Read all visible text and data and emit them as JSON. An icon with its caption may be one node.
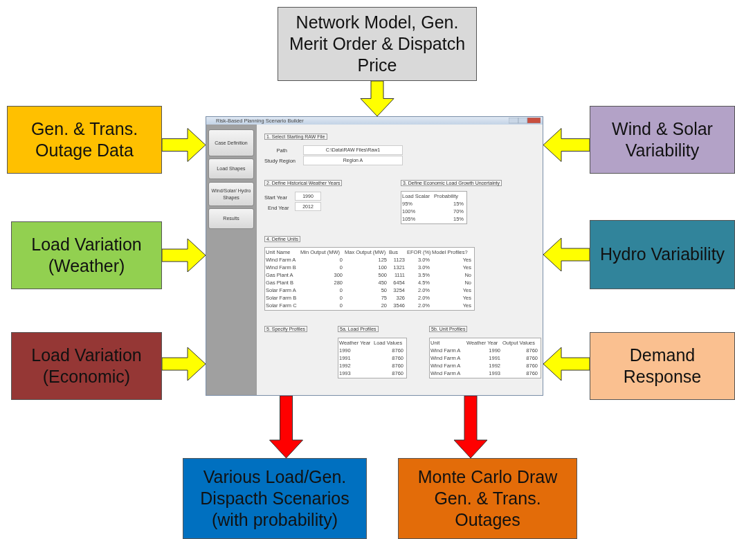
{
  "diagram": {
    "nodes": [
      {
        "text": [
          "Network Model, Gen. Merit Order & Dispatch Price"
        ]
      },
      {
        "text": [
          "Gen. & Trans. Outage Data"
        ]
      },
      {
        "text": [
          "Risk-Based Planning Scenario Builder"
        ]
      },
      {
        "text": [
          "Case Definition"
        ],
        "in": 2
      },
      {
        "text": [
          "Load Shapes"
        ],
        "in": 2
      },
      {
        "text": [
          "Wind/Solar/ Hydro Shapes"
        ],
        "in": 2
      },
      {
        "text": [
          "Results"
        ],
        "in": 2
      },
      {
        "text": [
          "Wind & Solar Variability"
        ]
      },
      {
        "text": [
          "Load Variation (Weather)"
        ]
      },
      {
        "text": [
          "Hydro Variability"
        ]
      },
      {
        "text": [
          "Load Variation (Economic)"
        ]
      },
      {
        "text": [
          "Demand Response"
        ]
      },
      {
        "text": [
          "Various Load/Gen. Dispacth Scenarios (with probability)"
        ]
      },
      {
        "text": [
          "Monte Carlo Draw Gen. & Trans. Outages"
        ]
      }
    ],
    "edges": [
      {
        "from": 0,
        "to": 2,
        "arrow": "to"
      },
      {
        "from": 1,
        "to": 2,
        "arrow": "to"
      },
      {
        "from": 7,
        "to": 2,
        "arrow": "to"
      },
      {
        "from": 8,
        "to": 2,
        "arrow": "to"
      },
      {
        "from": 9,
        "to": 2,
        "arrow": "to"
      },
      {
        "from": 10,
        "to": 2,
        "arrow": "to"
      },
      {
        "from": 11,
        "to": 2,
        "arrow": "to"
      },
      {
        "from": 2,
        "to": 12,
        "arrow": "to",
        "color": "#ff0000"
      },
      {
        "from": 2,
        "to": 13,
        "arrow": "to",
        "color": "#ff0000"
      }
    ],
    "labels": [
      "1. Select Starting RAW File",
      "Path",
      "C:\\Data\\RAW Files\\Raw1",
      "Study Region",
      "Region A",
      "2. Define Historical Weather Years",
      "Start Year",
      "1990",
      "End Year",
      "2012",
      "3. Define Economic Load Growth Uncertainty",
      "Load Scalar",
      "Probability",
      "95%",
      "15%",
      "100%",
      "70%",
      "105%",
      "15%",
      "4. Define Units",
      "Unit Name",
      "Min Output (MW)",
      "Max Output (MW)",
      "Bus",
      "EFOR (%)",
      "Model Profiles?",
      "Wind Farm A",
      "0",
      "125",
      "1123",
      "3.0%",
      "Yes",
      "Wind Farm B",
      "0",
      "100",
      "1321",
      "3.0%",
      "Yes",
      "Gas Plant A",
      "300",
      "500",
      "1111",
      "3.5%",
      "No",
      "Gas Plant B",
      "280",
      "450",
      "6454",
      "4.5%",
      "No",
      "Solar Farm A",
      "0",
      "50",
      "3254",
      "2.0%",
      "Yes",
      "Solar Farm B",
      "0",
      "75",
      "326",
      "2.0%",
      "Yes",
      "Solar Farm C",
      "0",
      "20",
      "3546",
      "2.0%",
      "Yes",
      "5. Specify Profiles",
      "5a. Load Profiles",
      "Weather Year",
      "Load Values",
      "1990",
      "8760",
      "1991",
      "8760",
      "1992",
      "8760",
      "1993",
      "8760",
      "5b. Unit Profiles",
      "Unit",
      "Weather Year",
      "Output Values",
      "Wind Farm A",
      "1990",
      "8760",
      "Wind Farm A",
      "1991",
      "8760",
      "Wind Farm A",
      "1992",
      "8760",
      "Wind Farm A",
      "1993",
      "8760"
    ]
  }
}
